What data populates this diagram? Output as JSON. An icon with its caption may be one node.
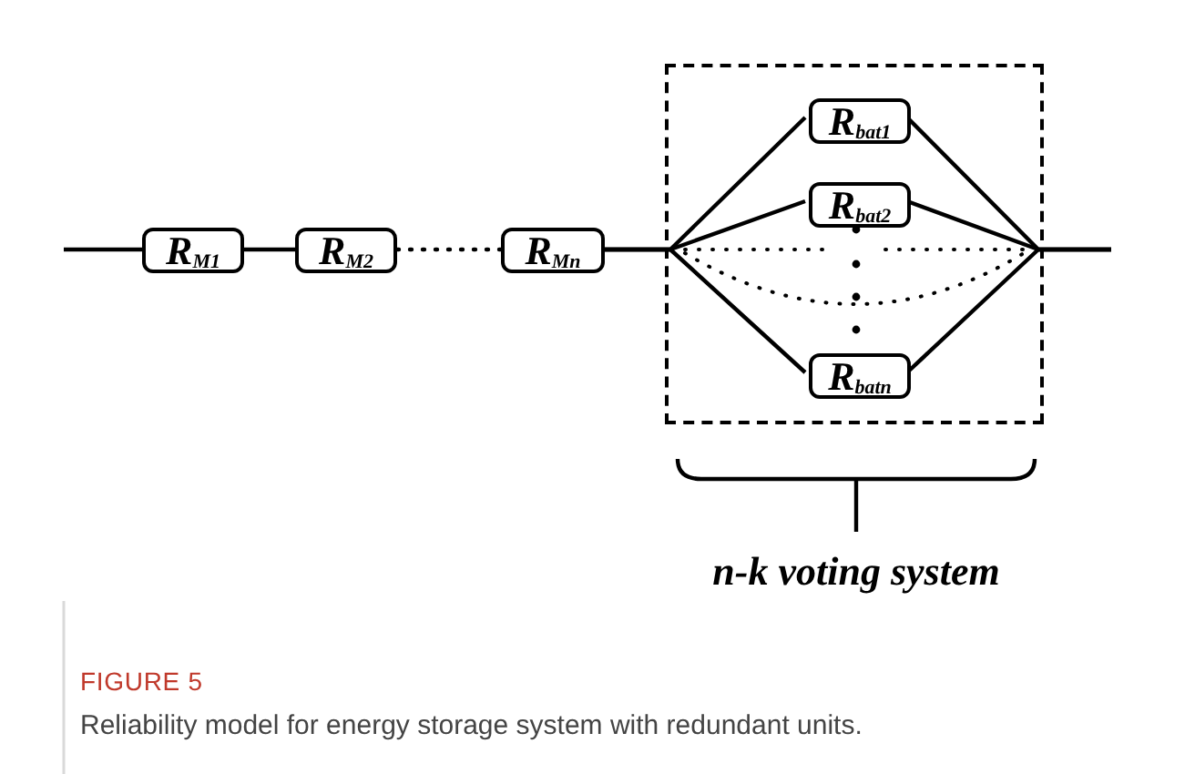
{
  "diagram": {
    "title": "FIGURE 5",
    "caption": "Reliability model for energy storage system with redundant units.",
    "nodes": [
      {
        "text": [
          "R$_{M1}$"
        ]
      },
      {
        "text": [
          "R$_{M2}$"
        ]
      },
      {
        "text": [
          "R$_{Mn}$"
        ]
      },
      {
        "text": [],
        "shape": "box"
      },
      {
        "text": [
          "R$_{bat1}$"
        ],
        "in": 3
      },
      {
        "text": [
          "R$_{bat2}$"
        ],
        "in": 3
      },
      {
        "text": [
          "R$_{batn}$"
        ],
        "in": 3
      }
    ],
    "edges": [
      {
        "from": null,
        "to": 0,
        "arrow": "none"
      },
      {
        "from": 0,
        "to": 1,
        "arrow": "none"
      },
      {
        "from": 1,
        "to": 2,
        "arrow": "none",
        "style": "dashed"
      },
      {
        "from": 2,
        "to": 4,
        "arrow": "none"
      },
      {
        "from": 2,
        "to": 5,
        "arrow": "none"
      },
      {
        "from": 2,
        "to": 6,
        "arrow": "none"
      },
      {
        "from": 4,
        "to": null,
        "arrow": "none"
      },
      {
        "from": 5,
        "to": null,
        "arrow": "none"
      },
      {
        "from": 6,
        "to": null,
        "arrow": "none"
      }
    ],
    "labels": [
      "n-k voting system"
    ]
  }
}
